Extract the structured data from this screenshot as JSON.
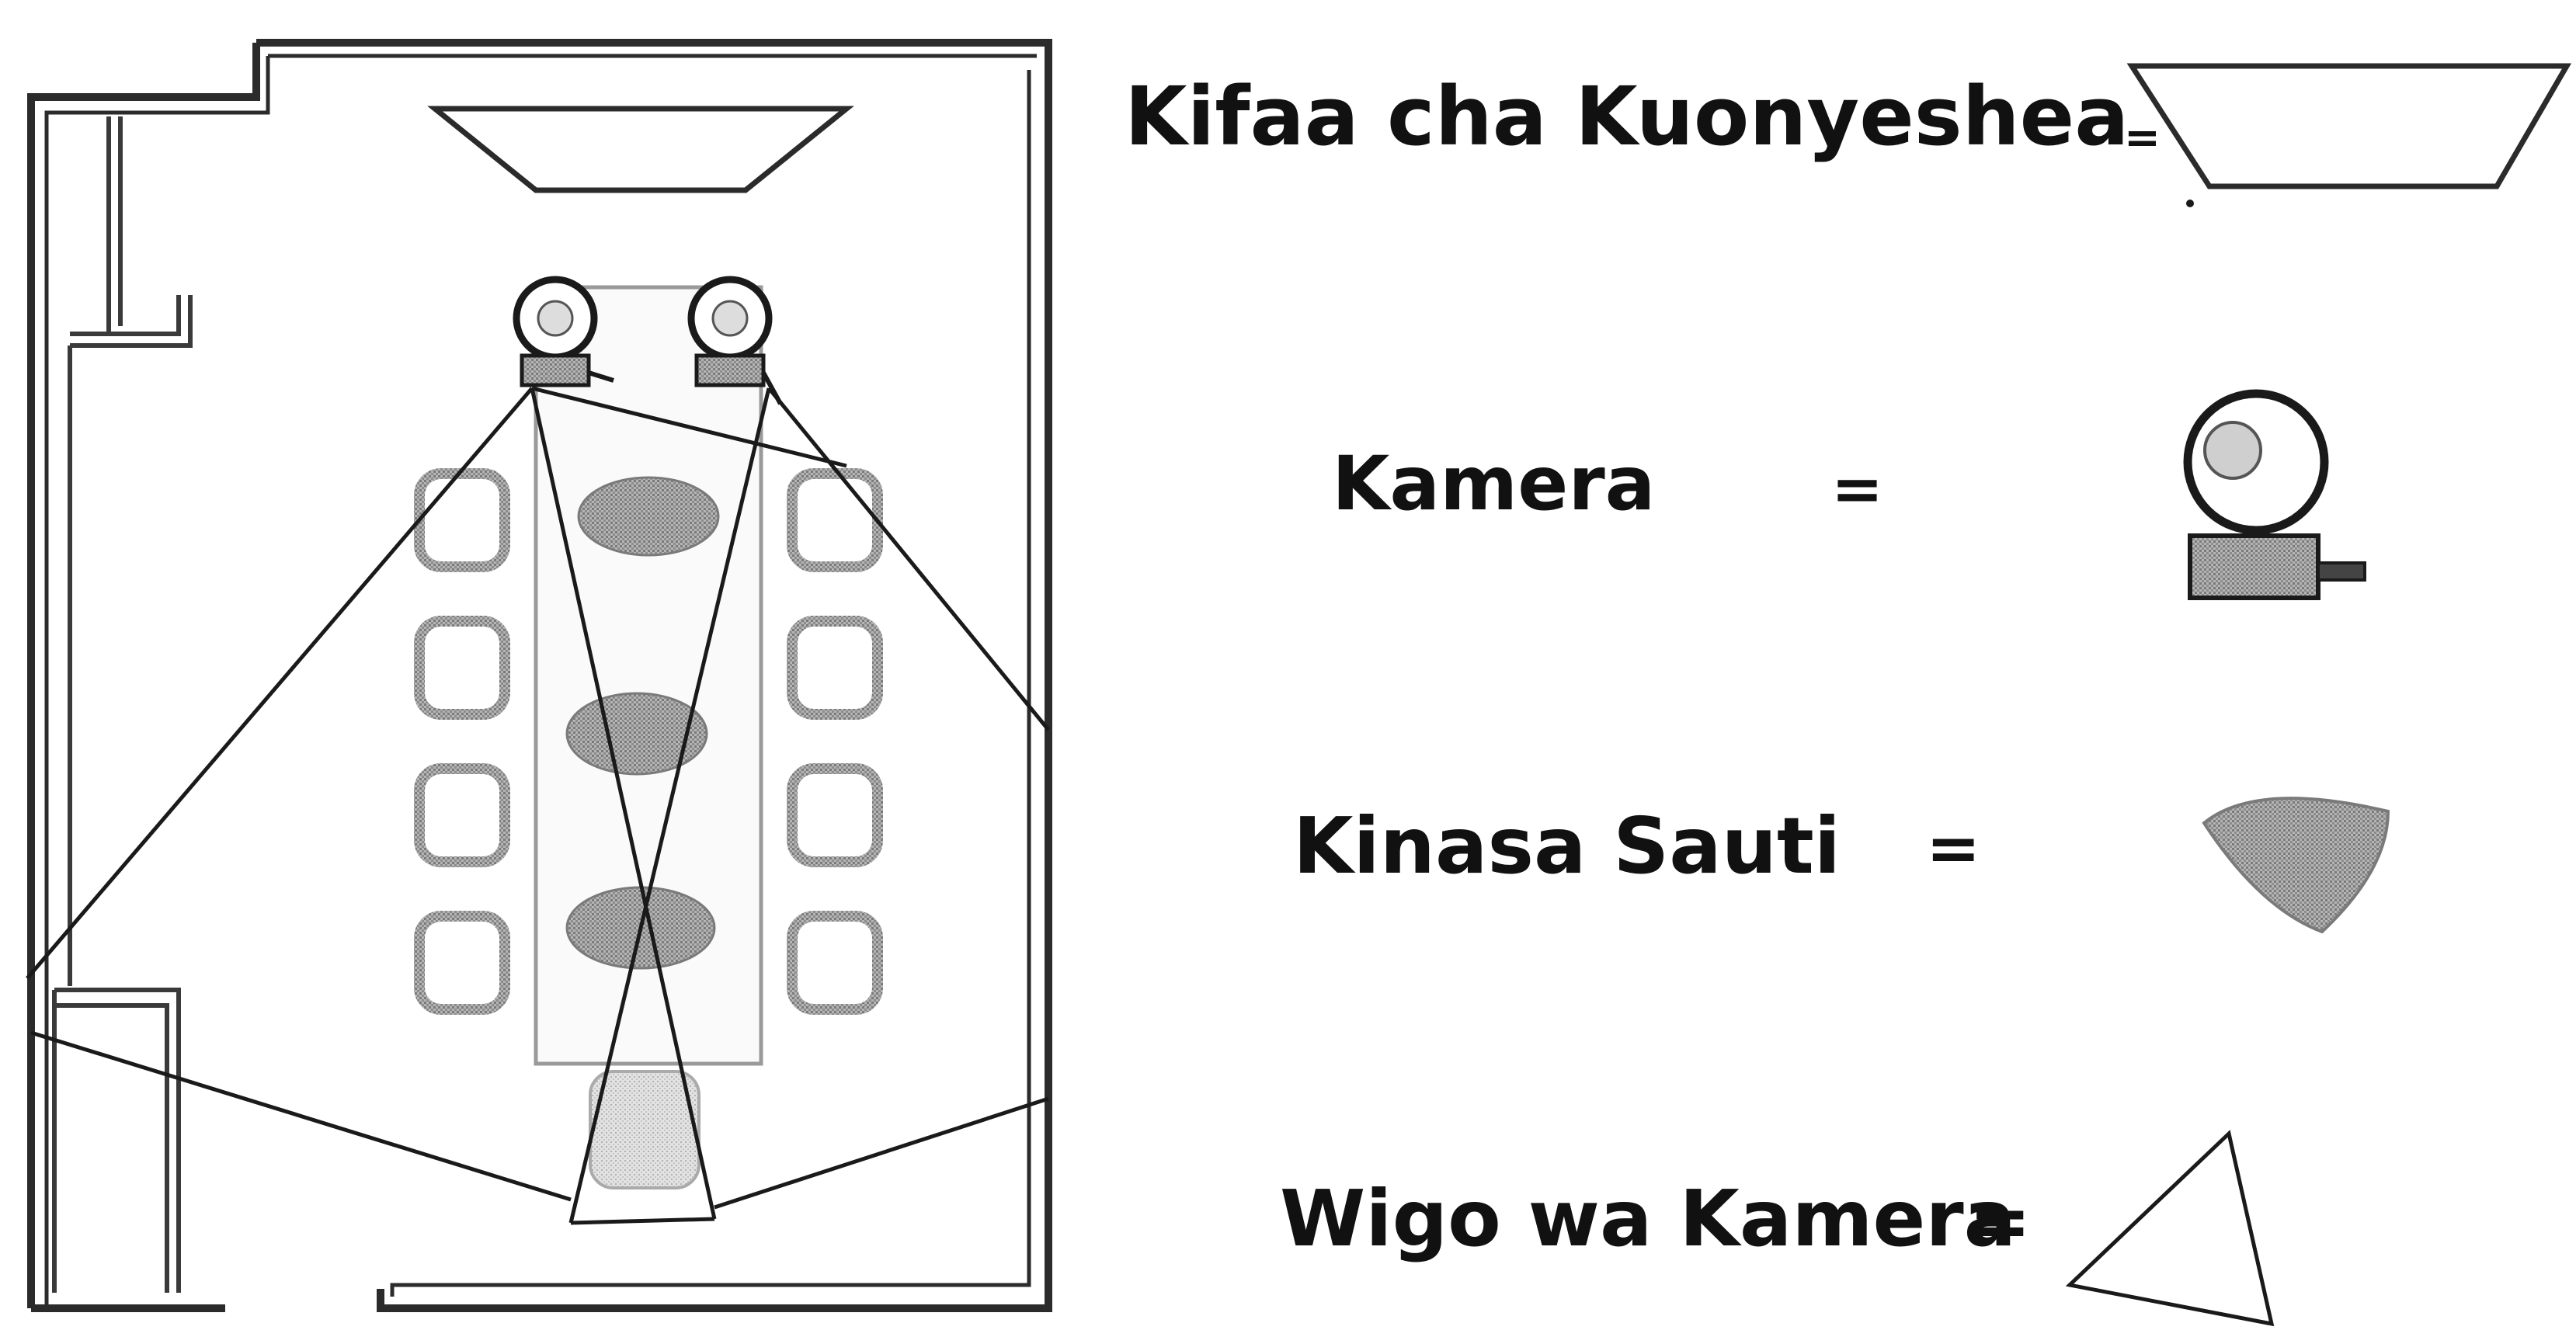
{
  "legend": {
    "display": {
      "label": "Kifaa cha Kuonyeshea",
      "sign": "=",
      "icon": "display-screen-icon"
    },
    "camera": {
      "label": "Kamera",
      "sign": "=",
      "icon": "camera-icon"
    },
    "microphone": {
      "label": "Kinasa Sauti",
      "sign": "=",
      "icon": "microphone-icon"
    },
    "camera_range": {
      "label": "Wigo wa Kamera",
      "sign": "=",
      "icon": "camera-range-icon"
    }
  },
  "colors": {
    "wall": "#2b2b2b",
    "ink": "#111111",
    "furniture": "#8a8a8a",
    "mic_fill": "#9a9a9a",
    "floor": "#ffffff"
  }
}
